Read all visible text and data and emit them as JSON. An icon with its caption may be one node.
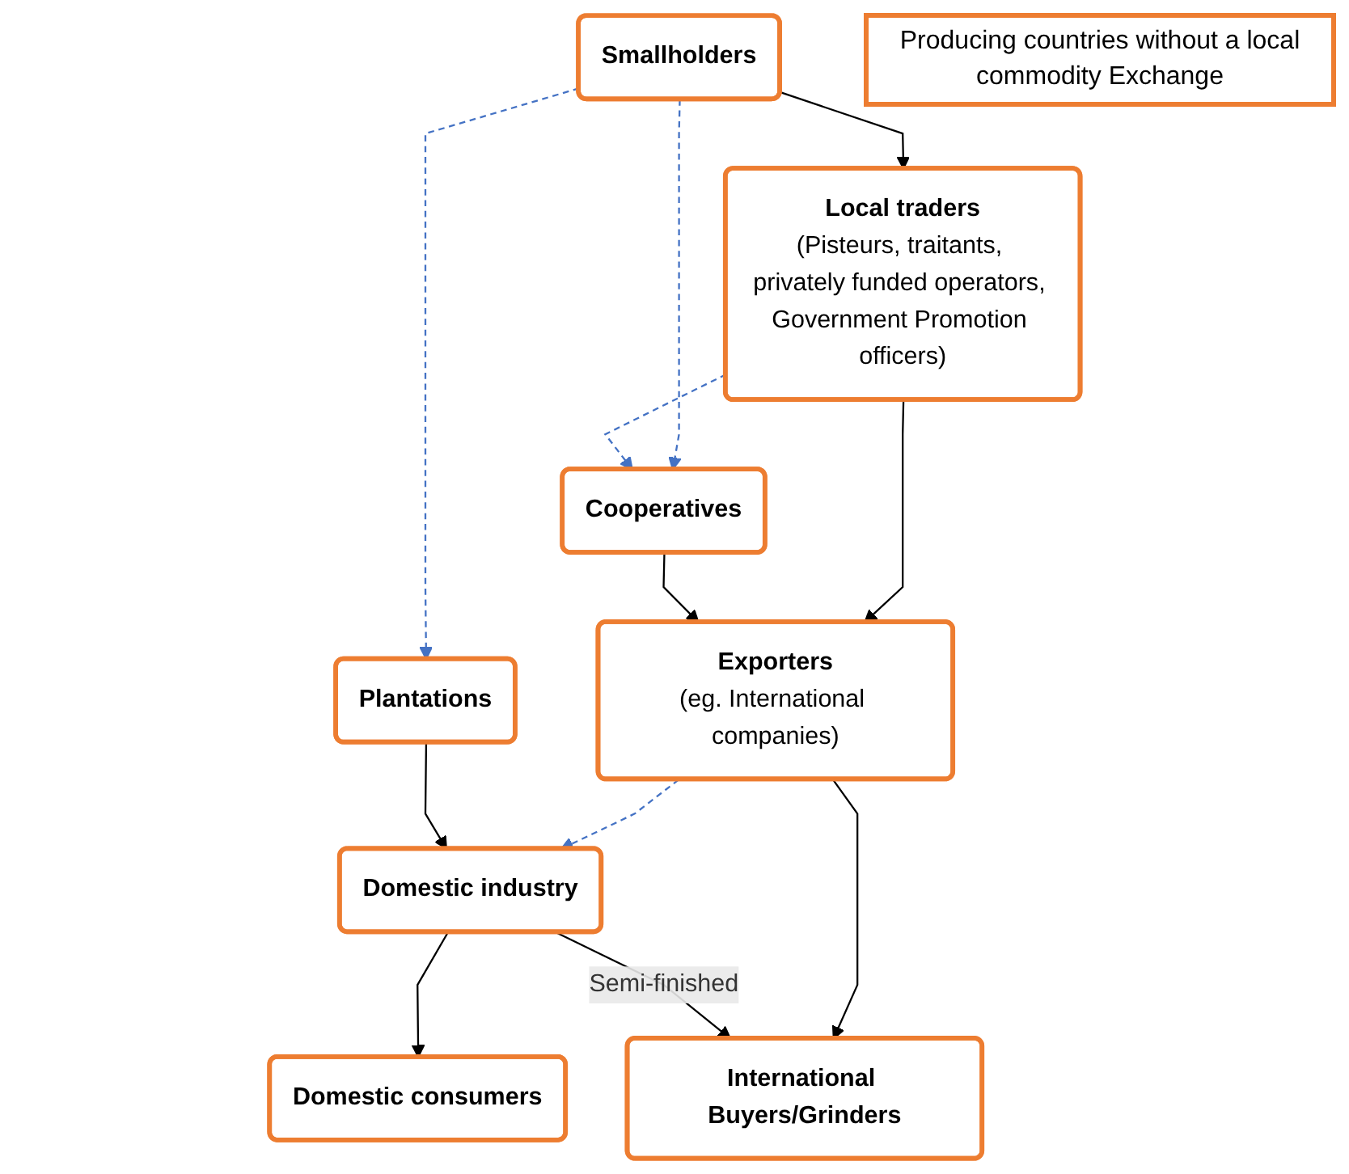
{
  "diagram": {
    "nodes": [
      {
        "text": [
          "Producing countries without a local commodity Exchange"
        ]
      },
      {
        "text": [
          "Smallholders"
        ]
      },
      {
        "text": [
          "Plantations"
        ]
      },
      {
        "text": [
          "Local traders",
          "(Pisteurs, traitants, privately funded operators, Government Promotion officers)"
        ]
      },
      {
        "text": [
          "Cooperatives"
        ]
      },
      {
        "text": [
          "Domestic industry"
        ]
      },
      {
        "text": [
          "Exporters",
          "(eg. International companies)"
        ]
      },
      {
        "text": [
          "Domestic consumers"
        ]
      },
      {
        "text": [
          "International Buyers/Grinders"
        ]
      }
    ],
    "edges": [
      {
        "from": 1,
        "to": 3,
        "arrow": "to"
      },
      {
        "from": 1,
        "to": 2,
        "arrow": "to",
        "style": "dashed",
        "color": "#4472c4"
      },
      {
        "from": 1,
        "to": 4,
        "arrow": "to",
        "style": "dashed",
        "color": "#4472c4"
      },
      {
        "from": 3,
        "to": 4,
        "arrow": "to",
        "style": "dashed",
        "color": "#4472c4"
      },
      {
        "from": 3,
        "to": 6,
        "arrow": "to"
      },
      {
        "from": 4,
        "to": 6,
        "arrow": "to"
      },
      {
        "from": 6,
        "to": 5,
        "arrow": "to",
        "style": "dashed",
        "color": "#4472c4"
      },
      {
        "from": 2,
        "to": 5,
        "arrow": "to"
      },
      {
        "from": 5,
        "to": 7,
        "arrow": "to"
      },
      {
        "from": 6,
        "to": 8,
        "arrow": "to"
      },
      {
        "from": 5,
        "to": 8,
        "arrow": "to",
        "label": "Semi-finished"
      }
    ]
  }
}
